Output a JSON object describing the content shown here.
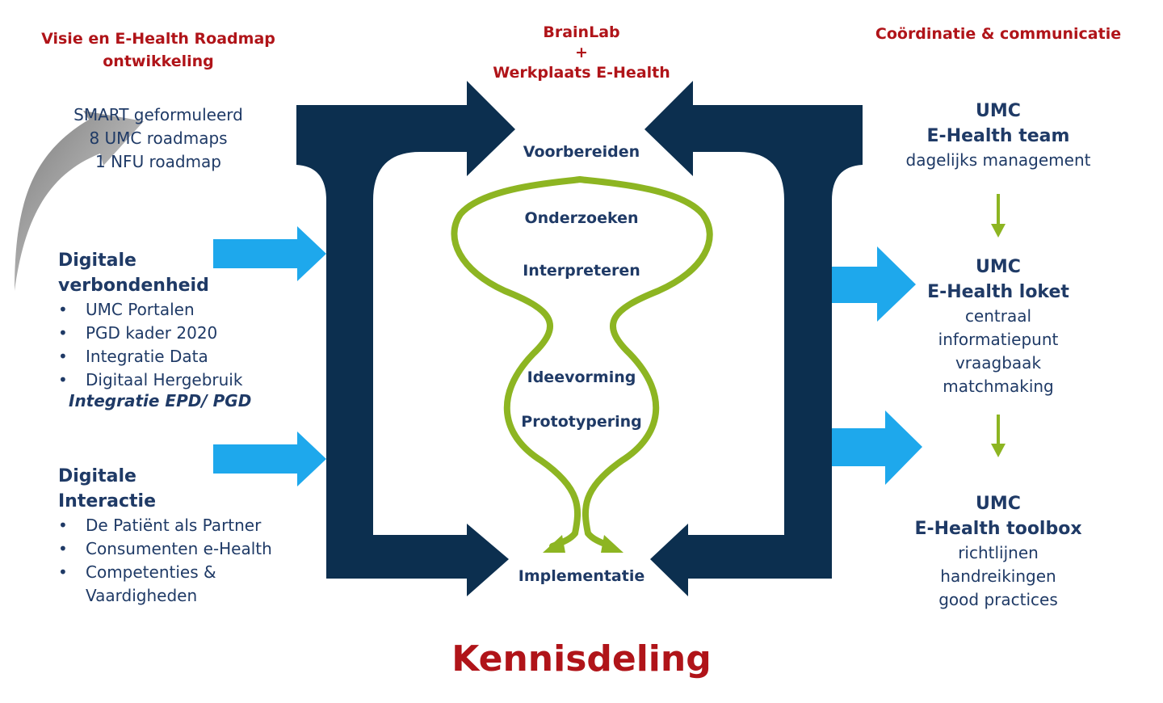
{
  "title": "Kennisdeling",
  "left": {
    "vision": {
      "heading": [
        "Visie en E-Health Roadmap",
        "ontwikkeling"
      ],
      "lines": [
        "SMART geformuleerd",
        "8 UMC roadmaps",
        "1 NFU roadmap"
      ]
    },
    "connected": {
      "heading": [
        "Digitale",
        "verbondenheid"
      ],
      "bullets": [
        "UMC Portalen",
        "PGD kader 2020",
        "Integratie Data",
        "Digitaal Hergebruik"
      ],
      "note": "Integratie EPD/ PGD"
    },
    "interaction": {
      "heading": [
        "Digitale",
        "Interactie"
      ],
      "bullets": [
        "De Patiënt als Partner",
        "Consumenten e-Health",
        "Competenties &",
        "Vaardigheden"
      ]
    }
  },
  "center": {
    "heading": [
      "BrainLab",
      "+",
      "Werkplaats E-Health"
    ],
    "stages": [
      "Voorbereiden",
      "Onderzoeken",
      "Interpreteren",
      "Ideevorming",
      "Prototypering",
      "Implementatie"
    ]
  },
  "right": {
    "heading": "Coördinatie & communicatie",
    "team": {
      "title": [
        "UMC",
        "E-Health team"
      ],
      "lines": [
        "dagelijks management"
      ]
    },
    "loket": {
      "title": [
        "UMC",
        "E-Health loket"
      ],
      "lines": [
        "centraal",
        "informatiepunt",
        "vraagbaak",
        "matchmaking"
      ]
    },
    "toolbox": {
      "title": [
        "UMC",
        "E-Health toolbox"
      ],
      "lines": [
        "richtlijnen",
        "handreikingen",
        "good practices"
      ]
    }
  },
  "colors": {
    "navy_frame": "#0c2f4f",
    "cyan_arrow": "#1ea8ec",
    "green_curve": "#8db522",
    "red_text": "#b01419",
    "text_navy": "#1f3a66",
    "grey_swoosh": "#c8c8c8"
  }
}
